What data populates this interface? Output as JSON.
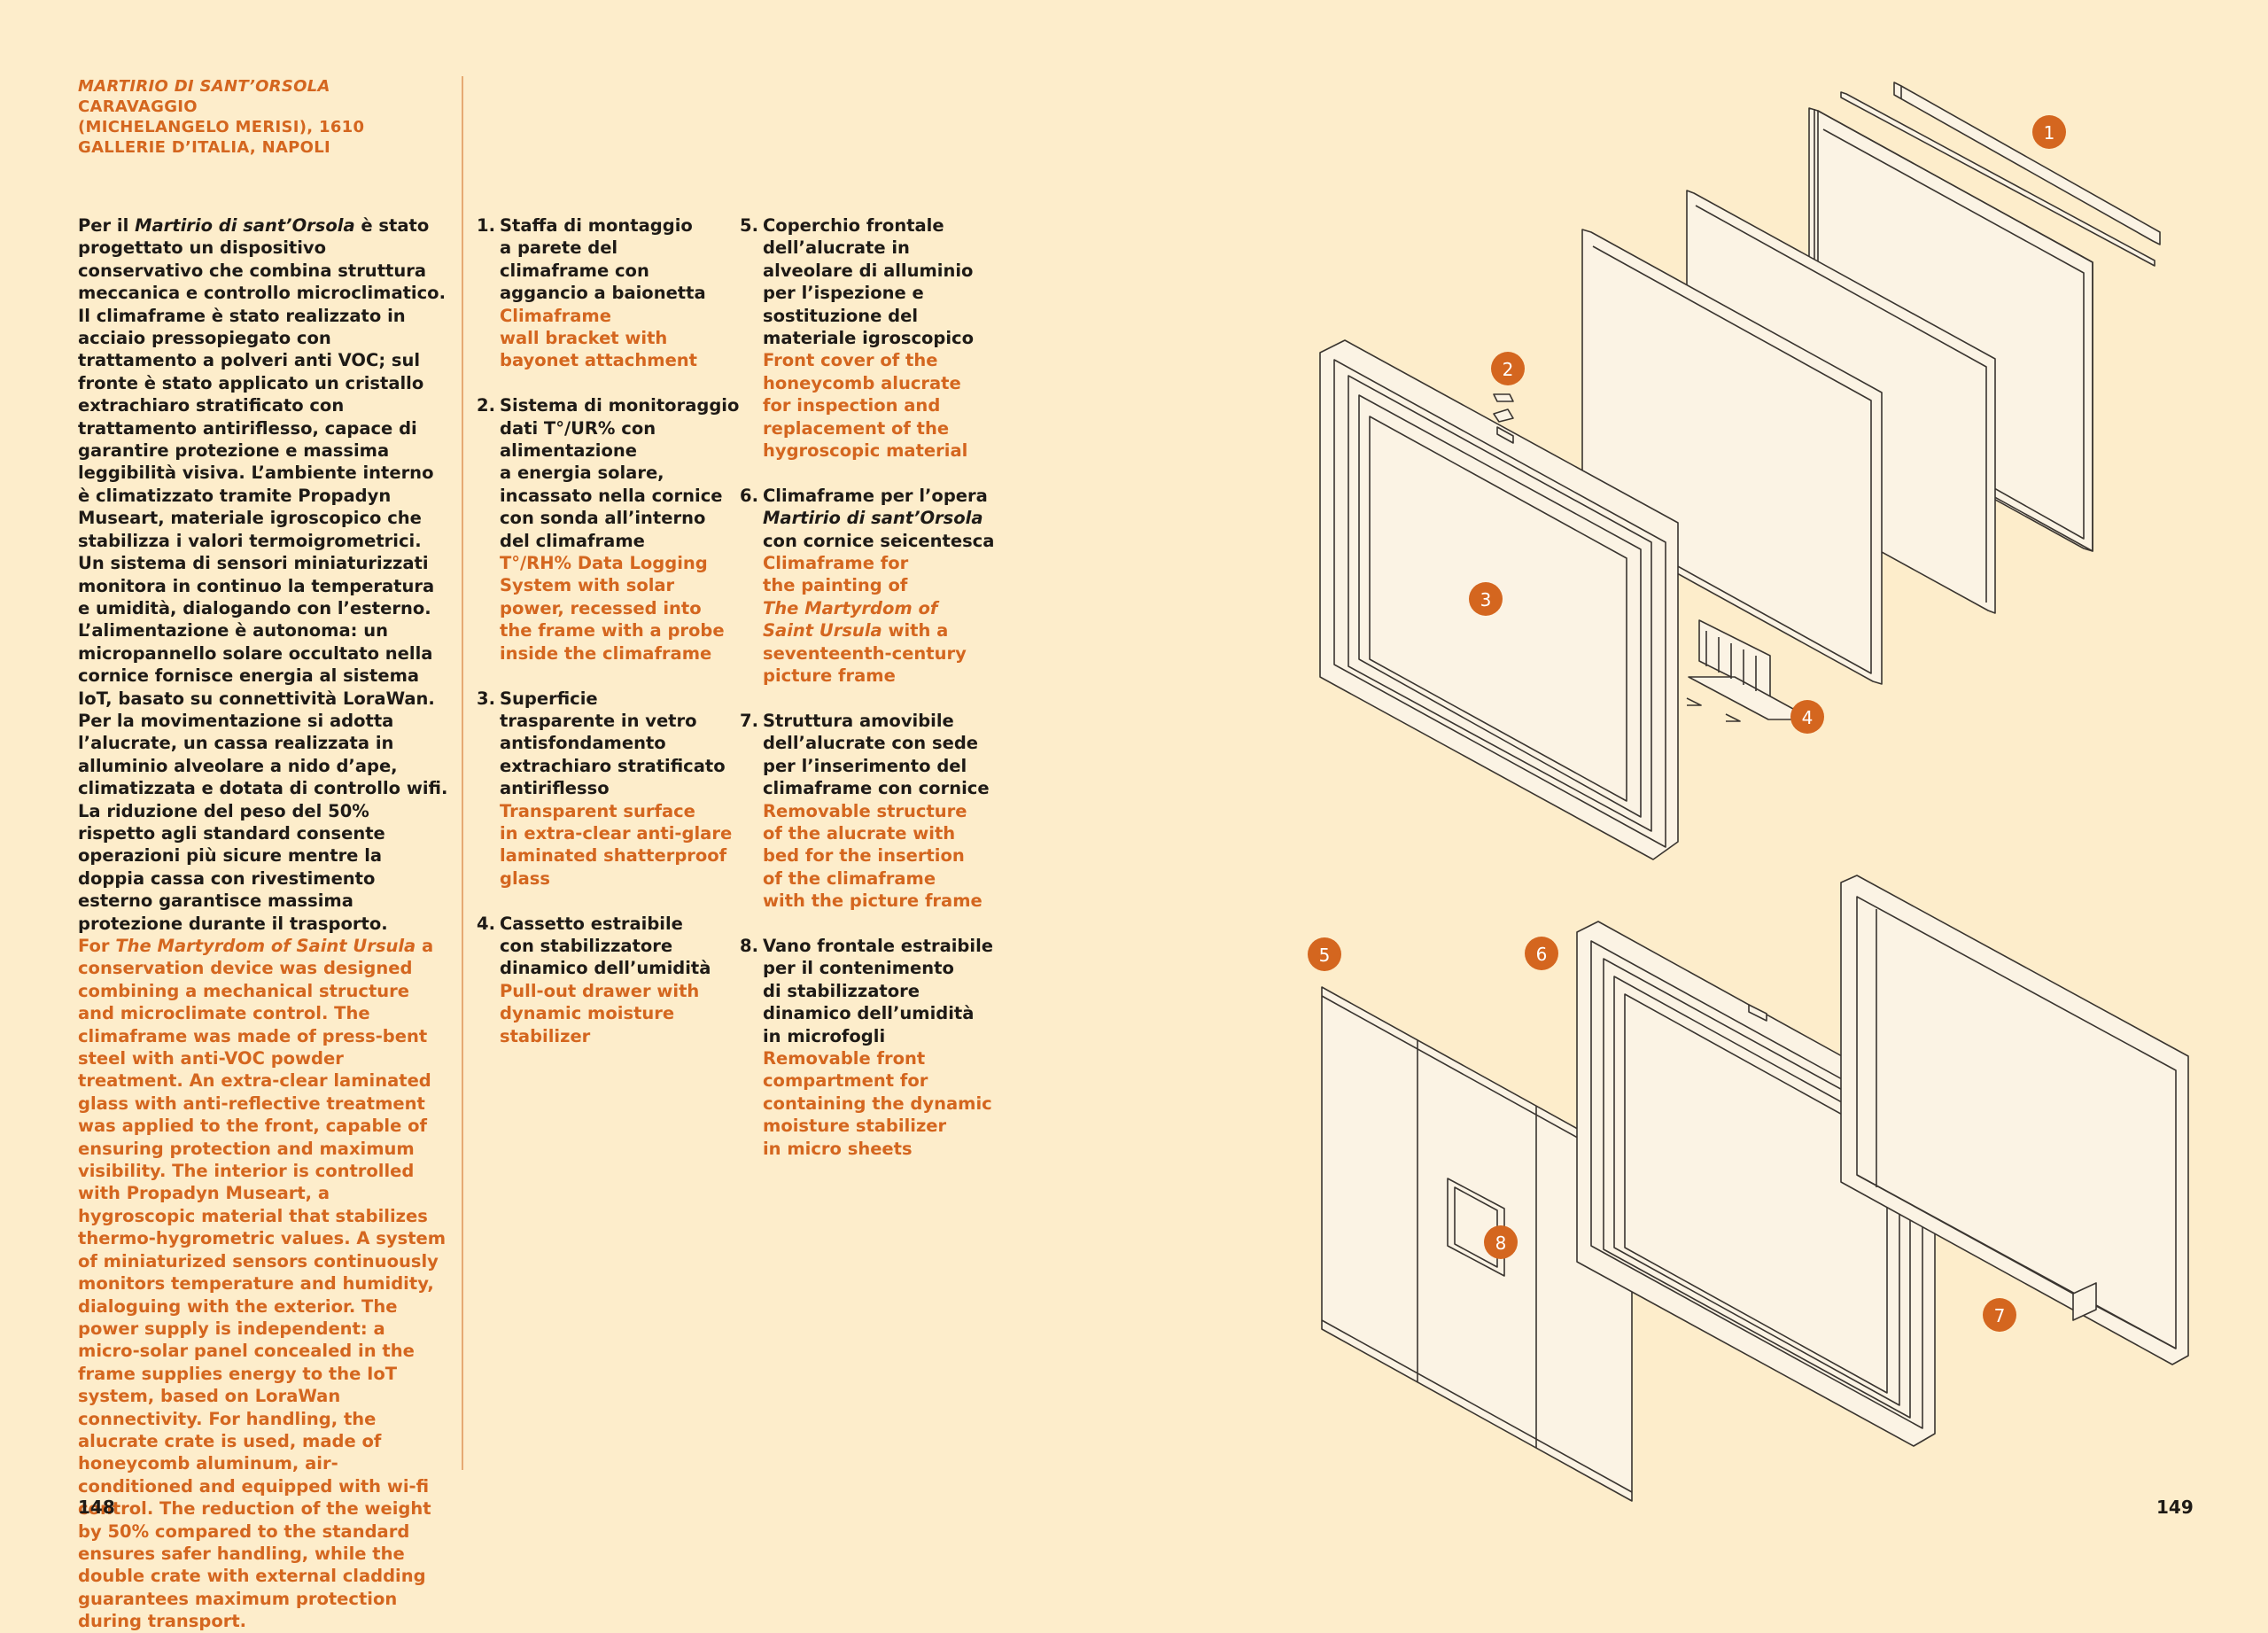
{
  "heading": {
    "title": "MARTIRIO DI SANT’ORSOLA",
    "artist": "CARAVAGGIO",
    "artist_full": "(MICHELANGELO MERISI), 1610",
    "location": "GALLERIE D’ITALIA, NAPOLI"
  },
  "intro": {
    "it_pre": "Per il ",
    "it_title": "Martirio di sant’Orsola",
    "it_text": " è stato progettato un dispositivo conservativo che combina struttura meccanica e controllo microclimatico. Il climaframe è stato realizzato in acciaio pressopiegato con trattamento a polveri anti VOC; sul fronte è stato applicato un cristallo extrachiaro stratificato con trattamento antiriflesso, capace di garantire protezione e massima leggibilità visiva. L’ambiente interno è climatizzato tramite Propadyn Museart, materiale igroscopico che stabilizza i valori termoigrometrici. Un sistema di sensori miniaturizzati monitora in continuo la temperatura e umidità, dialogando con l’esterno. L’alimentazione è autonoma: un micropannello solare occultato nella cornice fornisce energia al sistema IoT, basato su connettività LoraWan. Per la movimentazione si adotta l’alucrate, un cassa realizzata in alluminio alveolare a nido d’ape, climatizzata e dotata di controllo wifi. La riduzione del peso del 50% rispetto agli standard consente operazioni più sicure mentre la doppia cassa con rivestimento esterno garantisce massima protezione durante il trasporto.",
    "en_pre": "For ",
    "en_title": "The Martyrdom of Saint Ursula",
    "en_text": " a conservation device was designed combining a mechanical structure and microclimate control. The climaframe was made of press-bent steel with anti-VOC powder treatment. An extra-clear laminated glass with anti-reflective treatment was applied to the front, capable of ensuring protection and maximum visibility. The interior is controlled with Propadyn Museart, a hygroscopic material that stabilizes thermo-hygrometric values. A system of miniaturized sensors continuously monitors temperature and humidity, dialoguing with the exterior. The power supply is independent: a micro-solar panel concealed in the frame supplies energy to the IoT system, based on LoraWan connectivity. For handling, the alucrate crate is used, made of honeycomb aluminum, air-conditioned and equipped with wi-fi control. The reduction of the weight by 50% compared to the standard ensures safer handling, while the double crate with external cladding guarantees maximum protection during transport."
  },
  "items": [
    {
      "num": "1.",
      "it": [
        "Staffa di montaggio",
        "a parete del",
        "climaframe con",
        "aggancio a baionetta"
      ],
      "en": [
        "Climaframe",
        "wall bracket with",
        "bayonet attachment"
      ]
    },
    {
      "num": "2.",
      "it": [
        "Sistema di monitoraggio",
        "dati T°/UR% con",
        "alimentazione",
        "a energia solare,",
        "incassato nella cornice",
        "con sonda all’interno",
        "del climaframe"
      ],
      "en": [
        "T°/RH% Data Logging",
        "System with solar",
        "power, recessed into",
        "the frame with a probe",
        "inside the climaframe"
      ]
    },
    {
      "num": "3.",
      "it": [
        "Superficie",
        "trasparente in vetro",
        "antisfondamento",
        "extrachiaro stratificato",
        "antiriflesso"
      ],
      "en": [
        "Transparent surface",
        "in extra-clear anti-glare",
        "laminated shatterproof",
        "glass"
      ]
    },
    {
      "num": "4.",
      "it": [
        "Cassetto estraibile",
        "con stabilizzatore",
        "dinamico dell’umidità"
      ],
      "en": [
        "Pull-out drawer with",
        "dynamic moisture",
        "stabilizer"
      ]
    },
    {
      "num": "5.",
      "it": [
        "Coperchio frontale",
        "dell’alucrate in",
        "alveolare di alluminio",
        "per l’ispezione e",
        "sostituzione del",
        "materiale igroscopico"
      ],
      "en": [
        "Front cover of the",
        "honeycomb alucrate",
        "for inspection and",
        "replacement of the",
        "hygroscopic material"
      ]
    },
    {
      "num": "6.",
      "it": [
        "Climaframe per l’opera",
        "*Martirio di sant’Orsola",
        "con cornice seicentesca"
      ],
      "en": [
        "Climaframe for",
        "the painting of",
        "*The Martyrdom of",
        "*Saint Ursula| with a",
        "seventeenth-century",
        "picture frame"
      ]
    },
    {
      "num": "7.",
      "it": [
        "Struttura amovibile",
        "dell’alucrate con sede",
        "per l’inserimento del",
        "climaframe con cornice"
      ],
      "en": [
        "Removable structure",
        "of the alucrate with",
        "bed for the insertion",
        "of the climaframe",
        "with the picture frame"
      ]
    },
    {
      "num": "8.",
      "it": [
        "Vano frontale estraibile",
        "per il contenimento",
        "di stabilizzatore",
        "dinamico dell’umidità",
        "in microfogli"
      ],
      "en": [
        "Removable front",
        "compartment for",
        "containing the dynamic",
        "moisture stabilizer",
        "in micro sheets"
      ]
    }
  ],
  "markers": [
    "1",
    "2",
    "3",
    "4",
    "5",
    "6",
    "7",
    "8"
  ],
  "pages": {
    "left": "148",
    "right": "149"
  },
  "colors": {
    "background": "#fdedcb",
    "accent": "#d4661f",
    "text": "#1e1a16",
    "line": "#3a3530"
  }
}
